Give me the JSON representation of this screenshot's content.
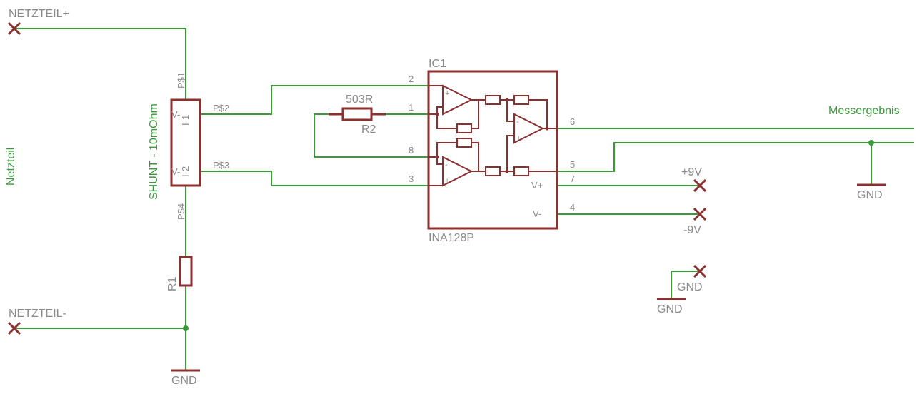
{
  "schematic": {
    "colors": {
      "wire": "#3a9a3a",
      "part": "#8c2f2f",
      "label": "#8a8a8a",
      "net_label": "#3a9a3a"
    },
    "connectors": {
      "netzteil_plus": "NETZTEIL+",
      "netzteil_minus": "NETZTEIL-",
      "plus9v": "+9V",
      "minus9v": "-9V",
      "gnd_x": "GND"
    },
    "net_labels": {
      "netzteil": "Netzteil",
      "shunt": "SHUNT - 10mOhm",
      "messergebnis": "Messergebnis"
    },
    "shunt": {
      "p1": "P$1",
      "p2": "P$2",
      "p3": "P$3",
      "p4": "P$4",
      "i1": "I-1",
      "i2": "I-2",
      "v_top": "V-",
      "v_bot": "V-"
    },
    "r1": {
      "name": "R1"
    },
    "r2": {
      "name": "R2",
      "value": "503R"
    },
    "ic1": {
      "name": "IC1",
      "value": "INA128P",
      "pins": {
        "p1": "1",
        "p2": "2",
        "p3": "3",
        "p4": "4",
        "p5": "5",
        "p6": "6",
        "p7": "7",
        "p8": "8"
      },
      "vplus": "V+",
      "vminus": "V-"
    },
    "gnd_labels": {
      "bottom": "GND",
      "right": "GND",
      "lower_mid": "GND"
    }
  }
}
